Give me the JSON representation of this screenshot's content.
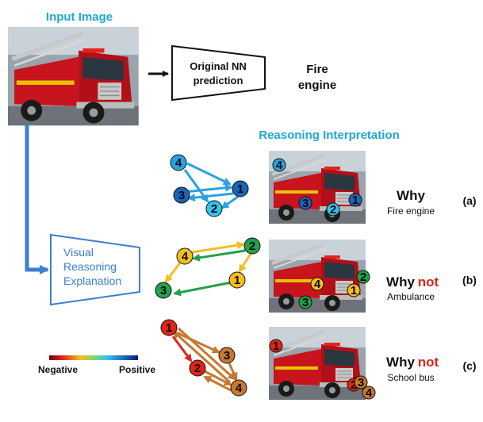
{
  "input_title": "Input Image",
  "nn_box": {
    "line1": "Original NN",
    "line2": "prediction"
  },
  "prediction": {
    "line1": "Fire",
    "line2": "engine"
  },
  "reasoning_title": "Reasoning Interpretation",
  "vre_box": {
    "line1": "Visual",
    "line2": "Reasoning",
    "line3": "Explanation"
  },
  "legend": {
    "negative": "Negative",
    "positive": "Positive"
  },
  "panels": [
    {
      "tag": "(a)",
      "why": "Why",
      "not": "",
      "cls": "Fire engine",
      "nodes": [
        {
          "label": "4",
          "color": "#29a3e0"
        },
        {
          "label": "3",
          "color": "#1766b8"
        },
        {
          "label": "1",
          "color": "#1766b8"
        },
        {
          "label": "2",
          "color": "#35c2ee"
        }
      ]
    },
    {
      "tag": "(b)",
      "why": "Why",
      "not": "not",
      "cls": "Ambulance",
      "nodes": [
        {
          "label": "4",
          "color": "#f5bd1f"
        },
        {
          "label": "2",
          "color": "#22a04a"
        },
        {
          "label": "1",
          "color": "#f5bd1f"
        },
        {
          "label": "3",
          "color": "#22a04a"
        }
      ]
    },
    {
      "tag": "(c)",
      "why": "Why",
      "not": "not",
      "cls": "School bus",
      "nodes": [
        {
          "label": "1",
          "color": "#e2231a"
        },
        {
          "label": "3",
          "color": "#c8772f"
        },
        {
          "label": "2",
          "color": "#e2231a"
        },
        {
          "label": "4",
          "color": "#c8772f"
        }
      ]
    }
  ],
  "colors": {
    "blue_arrow": "#29a3e0",
    "yellow_arrow": "#f5bd1f",
    "green_arrow": "#22a04a",
    "red_arrow": "#e2231a",
    "brown_arrow": "#c8772f",
    "vre_blue": "#3b7fd0"
  }
}
